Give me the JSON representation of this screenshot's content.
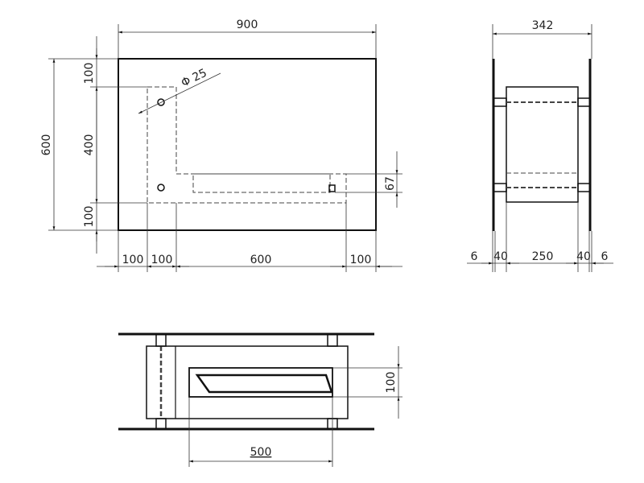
{
  "front_view": {
    "width_label": "900",
    "height_label": "600",
    "top_margin_label": "100",
    "middle_label": "400",
    "bottom_margin_label": "100",
    "hole_diameter_label": "Φ 25",
    "slot_height_label": "67",
    "bottom_dims": [
      "100",
      "100",
      "600",
      "100"
    ]
  },
  "side_view": {
    "width_label": "342",
    "bottom_dims": [
      "6",
      "40",
      "250",
      "40",
      "6"
    ]
  },
  "top_view": {
    "slot_depth_label": "100",
    "slot_length_label": "500"
  }
}
